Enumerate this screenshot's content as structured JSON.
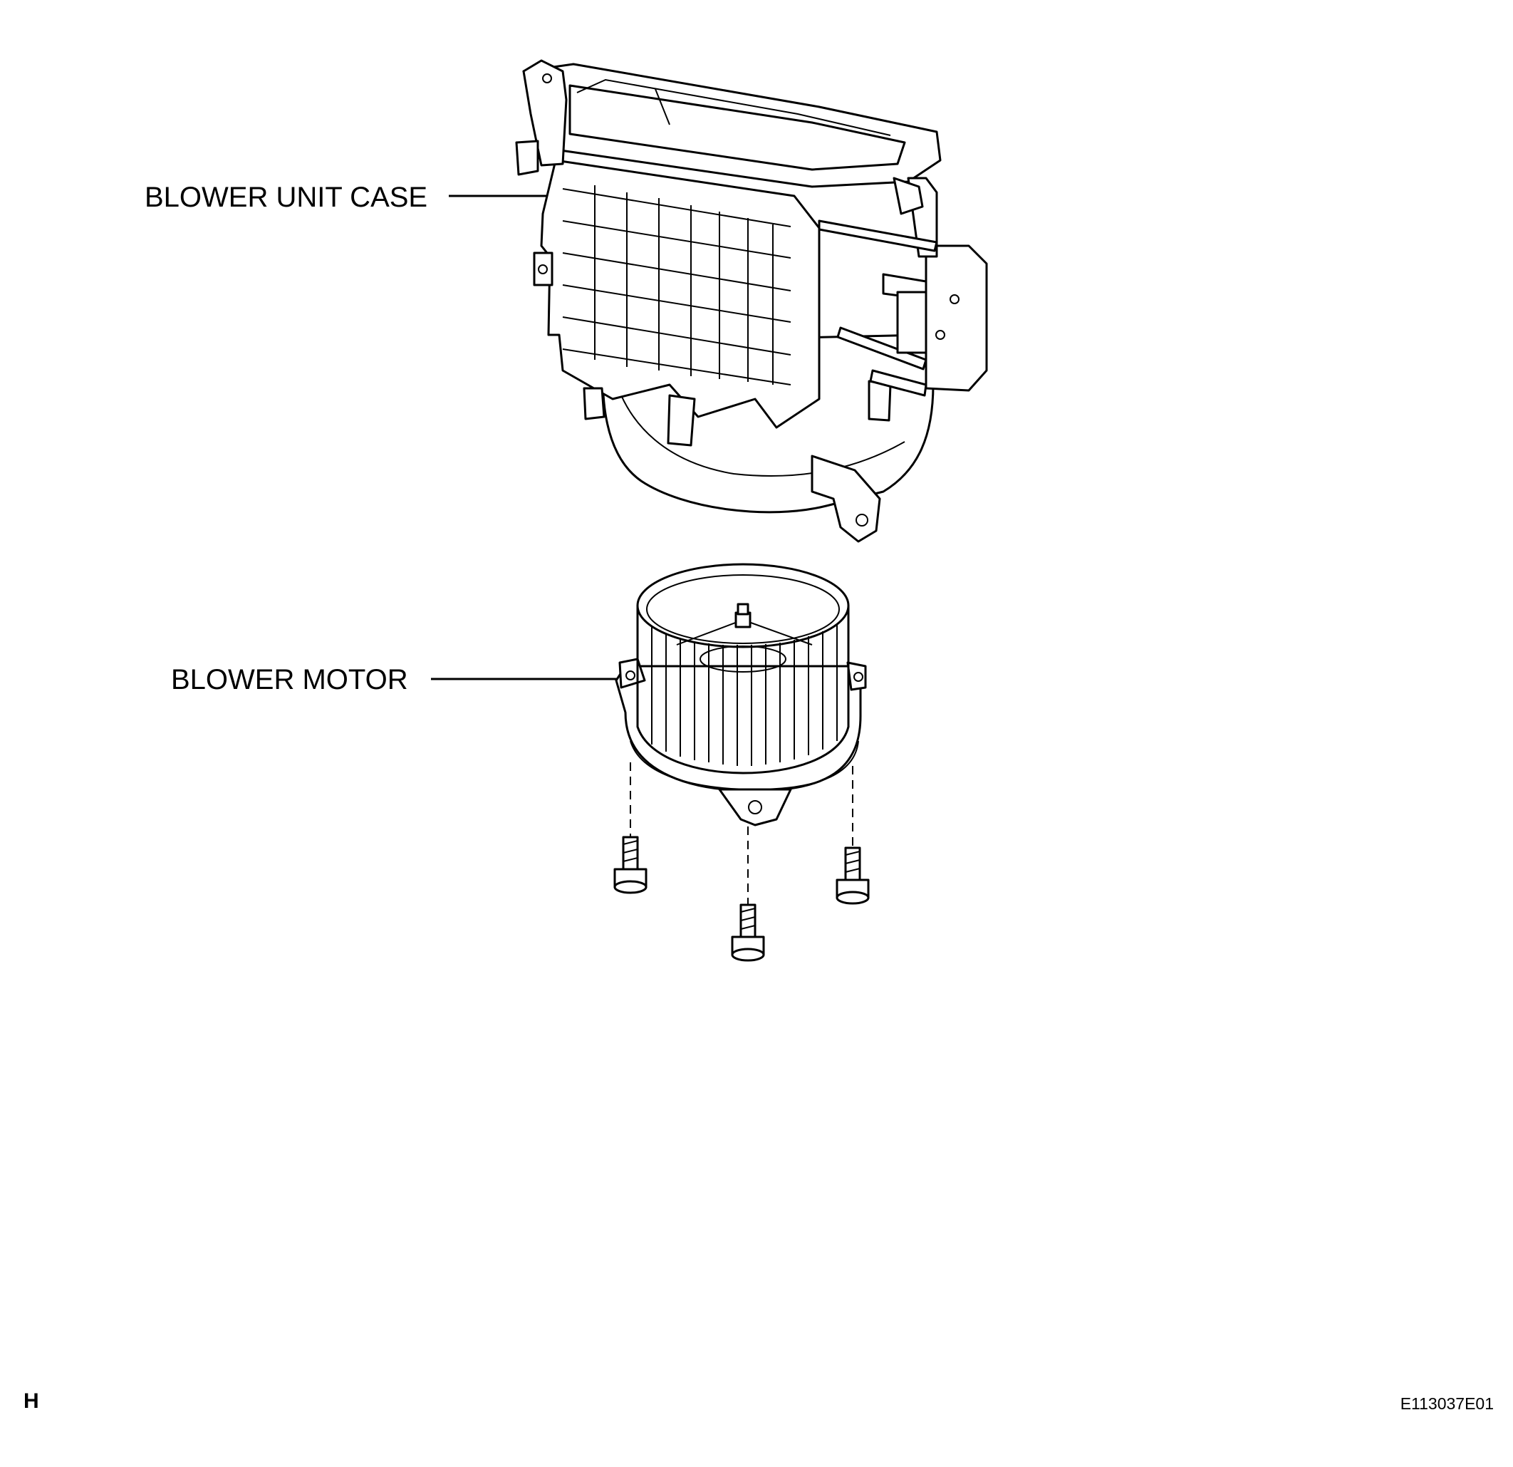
{
  "labels": {
    "blower_unit_case": "BLOWER UNIT CASE",
    "blower_motor": "BLOWER MOTOR"
  },
  "corner_letter": "H",
  "figure_id": "E113037E01",
  "components": {
    "screws": 3
  }
}
